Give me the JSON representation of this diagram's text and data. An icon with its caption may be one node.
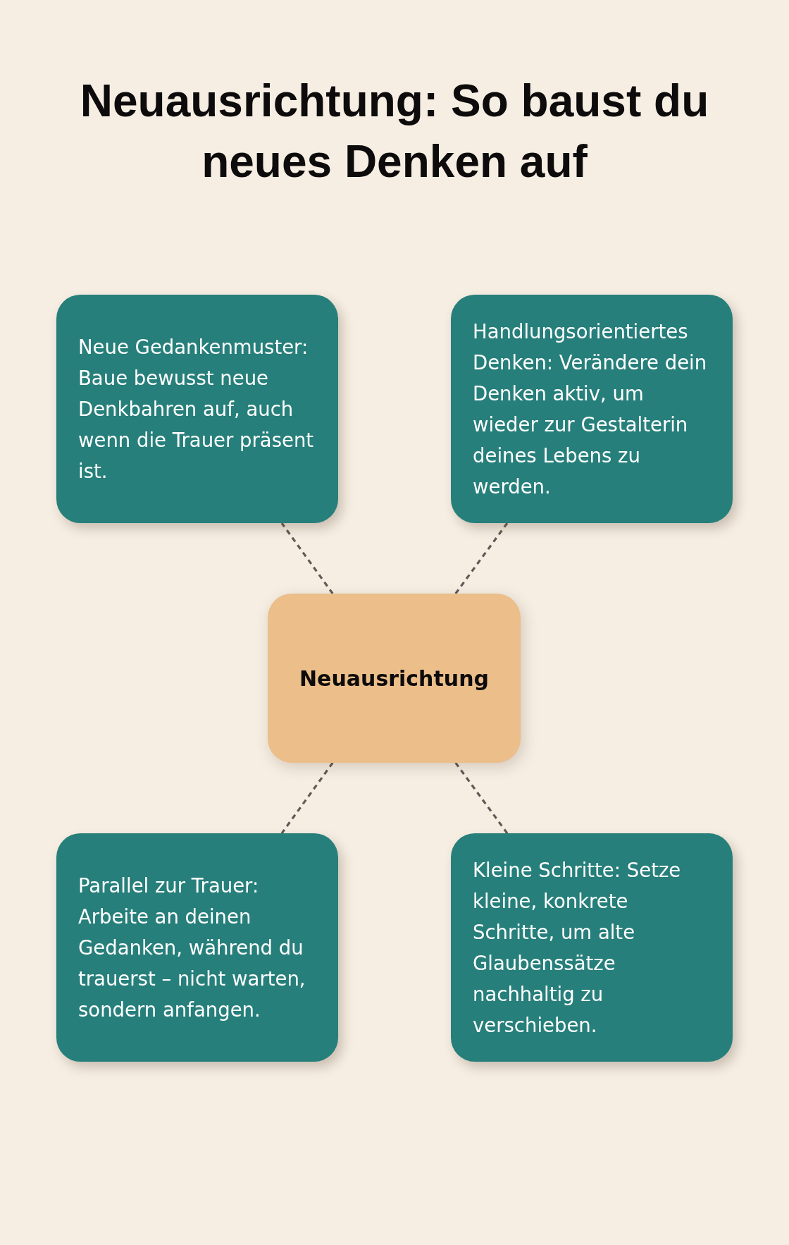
{
  "diagram": {
    "title": "Neuausrichtung: So baust du neues Denken auf",
    "nodes": [
      {
        "text": [
          "Neue Gedankenmuster: Baue bewusst neue Denkbahren auf, auch wenn die Trauer präsent ist."
        ]
      },
      {
        "text": [
          "Handlungsorientiertes Denken: Verändere dein Denken aktiv, um wieder zur Gestalterin deines Lebens zu werden."
        ]
      },
      {
        "text": [
          "Neuausrichtung"
        ]
      },
      {
        "text": [
          "Parallel zur Trauer: Arbeite an deinen Gedanken, während du trauerst – nicht warten, sondern anfangen."
        ]
      },
      {
        "text": [
          "Kleine Schritte: Setze kleine, konkrete Schritte, um alte Glaubenssätze nachhaltig zu verschieben."
        ]
      }
    ],
    "edges": [
      {
        "from": 2,
        "to": 0,
        "arrow": "none",
        "style": "dashed"
      },
      {
        "from": 2,
        "to": 1,
        "arrow": "none",
        "style": "dashed"
      },
      {
        "from": 2,
        "to": 3,
        "arrow": "none",
        "style": "dashed"
      },
      {
        "from": 2,
        "to": 4,
        "arrow": "none",
        "style": "dashed"
      }
    ]
  }
}
